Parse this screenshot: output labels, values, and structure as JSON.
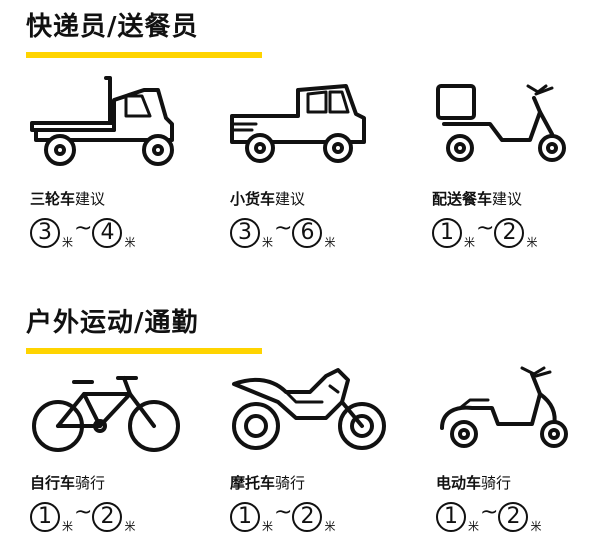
{
  "sections": [
    {
      "title": "快递员/送餐员",
      "items": [
        {
          "label_bold": "三轮车",
          "label_rest": "建议",
          "from": "3",
          "to": "4",
          "unit": "米",
          "icon": "tricycle-truck-icon"
        },
        {
          "label_bold": "小货车",
          "label_rest": "建议",
          "from": "3",
          "to": "6",
          "unit": "米",
          "icon": "pickup-truck-icon"
        },
        {
          "label_bold": "配送餐车",
          "label_rest": "建议",
          "from": "1",
          "to": "2",
          "unit": "米",
          "icon": "delivery-scooter-icon"
        }
      ]
    },
    {
      "title": "户外运动/通勤",
      "items": [
        {
          "label_bold": "自行车",
          "label_rest": "骑行",
          "from": "1",
          "to": "2",
          "unit": "米",
          "icon": "bicycle-icon"
        },
        {
          "label_bold": "摩托车",
          "label_rest": "骑行",
          "from": "1",
          "to": "2",
          "unit": "米",
          "icon": "motorcycle-icon"
        },
        {
          "label_bold": "电动车",
          "label_rest": "骑行",
          "from": "1",
          "to": "2",
          "unit": "米",
          "icon": "electric-scooter-icon"
        }
      ]
    }
  ],
  "tilde": "~",
  "colors": {
    "accent": "#FFD400",
    "ink": "#111111"
  }
}
